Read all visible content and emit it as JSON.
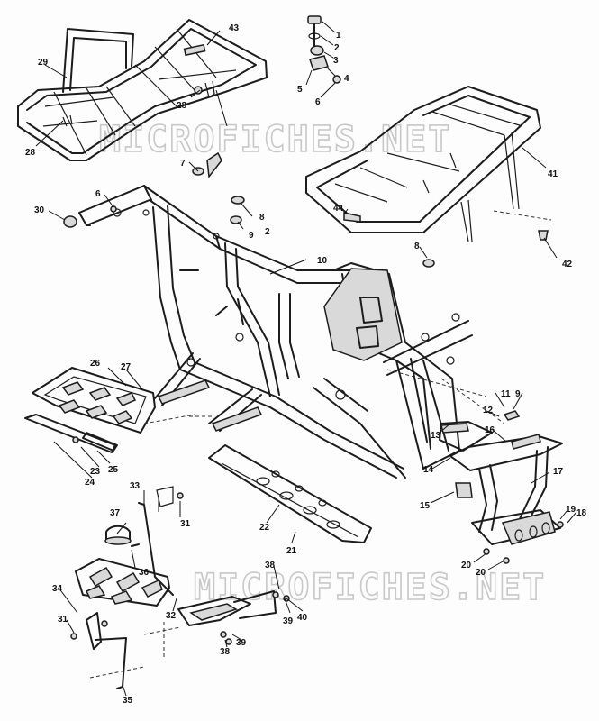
{
  "diagram": {
    "watermarks": [
      "MICROFICHES.NET",
      "MICROFICHES.NET"
    ],
    "callouts": [
      {
        "id": "c1",
        "label": "1"
      },
      {
        "id": "c2a",
        "label": "2"
      },
      {
        "id": "c3",
        "label": "3"
      },
      {
        "id": "c4",
        "label": "4"
      },
      {
        "id": "c5",
        "label": "5"
      },
      {
        "id": "c6a",
        "label": "6"
      },
      {
        "id": "c6b",
        "label": "6"
      },
      {
        "id": "c7",
        "label": "7"
      },
      {
        "id": "c8a",
        "label": "8"
      },
      {
        "id": "c8b",
        "label": "8"
      },
      {
        "id": "c9a",
        "label": "9"
      },
      {
        "id": "c2b",
        "label": "2"
      },
      {
        "id": "c10",
        "label": "10"
      },
      {
        "id": "c11",
        "label": "11"
      },
      {
        "id": "c9b",
        "label": "9"
      },
      {
        "id": "c12",
        "label": "12"
      },
      {
        "id": "c13",
        "label": "13"
      },
      {
        "id": "c14",
        "label": "14"
      },
      {
        "id": "c15",
        "label": "15"
      },
      {
        "id": "c16",
        "label": "16"
      },
      {
        "id": "c17",
        "label": "17"
      },
      {
        "id": "c18",
        "label": "18"
      },
      {
        "id": "c19",
        "label": "19"
      },
      {
        "id": "c20a",
        "label": "20"
      },
      {
        "id": "c20b",
        "label": "20"
      },
      {
        "id": "c21",
        "label": "21"
      },
      {
        "id": "c22",
        "label": "22"
      },
      {
        "id": "c23",
        "label": "23"
      },
      {
        "id": "c24",
        "label": "24"
      },
      {
        "id": "c25",
        "label": "25"
      },
      {
        "id": "c26",
        "label": "26"
      },
      {
        "id": "c27",
        "label": "27"
      },
      {
        "id": "c28a",
        "label": "28"
      },
      {
        "id": "c28b",
        "label": "28"
      },
      {
        "id": "c29",
        "label": "29"
      },
      {
        "id": "c30",
        "label": "30"
      },
      {
        "id": "c31a",
        "label": "31"
      },
      {
        "id": "c31b",
        "label": "31"
      },
      {
        "id": "c32",
        "label": "32"
      },
      {
        "id": "c33",
        "label": "33"
      },
      {
        "id": "c34",
        "label": "34"
      },
      {
        "id": "c35",
        "label": "35"
      },
      {
        "id": "c36",
        "label": "36"
      },
      {
        "id": "c37",
        "label": "37"
      },
      {
        "id": "c38a",
        "label": "38"
      },
      {
        "id": "c38b",
        "label": "38"
      },
      {
        "id": "c39a",
        "label": "39"
      },
      {
        "id": "c39b",
        "label": "39"
      },
      {
        "id": "c40",
        "label": "40"
      },
      {
        "id": "c41",
        "label": "41"
      },
      {
        "id": "c42",
        "label": "42"
      },
      {
        "id": "c43",
        "label": "43"
      },
      {
        "id": "c44",
        "label": "44"
      }
    ]
  }
}
